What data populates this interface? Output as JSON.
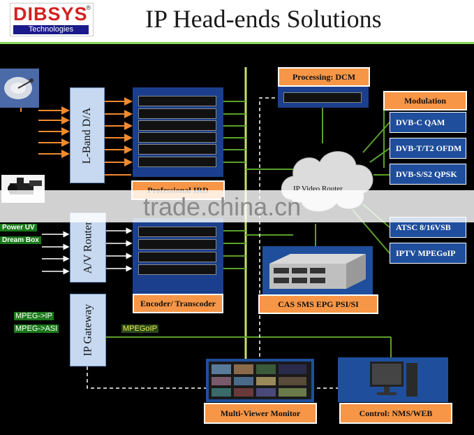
{
  "header": {
    "title": "IP Head-ends Solutions",
    "logo_main": "DIBSYS",
    "logo_sub": "Technologies",
    "logo_reg": "®"
  },
  "blocks": {
    "lband": "L-Band D/A",
    "router": "A/V Router",
    "gateway": "IP Gateway",
    "processing": "Processing: DCM",
    "modulation": "Modulation",
    "ird": "Professional IRD",
    "encoder": "Encoder/ Transcoder",
    "ipvideo": "IP Video Router",
    "cas": "CAS    SMS    EPG    PSI/SI",
    "multiviewer": "Multi-Viewer Monitor",
    "control": "Control: NMS/WEB"
  },
  "modulation_outputs": [
    "DVB-C      QAM",
    "DVB-T/T2 OFDM",
    "DVB-S/S2 QPSK",
    "ATSC 8/16VSB",
    "IPTV MPEGoIP"
  ],
  "sources": {
    "power_uv": "Power UV",
    "dream_box": "Dream Box"
  },
  "gateway_labels": {
    "mpeg_ip": "MPEG->IP",
    "mpeg_asi": "MPEG->ASI",
    "mpegoip": "MPEGoIP"
  },
  "watermark": "trade.china.cn",
  "colors": {
    "header_bar": "#8dd65a",
    "orange_label": "#f79646",
    "blue_box": "#1f4e9c",
    "vertical_box": "#c6d9f1",
    "link_green": "#5aa02c",
    "arrow_orange": "#f08a30"
  }
}
